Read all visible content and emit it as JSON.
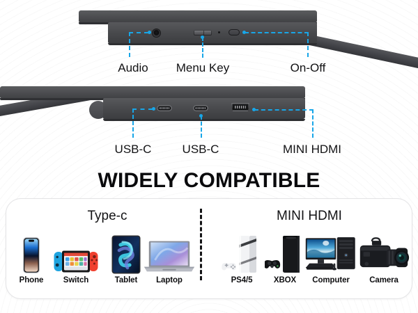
{
  "theme": {
    "callout_blue": "#18A6E8",
    "label_dark": "#121214",
    "device_body": "#4a4b4e",
    "card_bg": "#ffffff",
    "page_bg": "#ffffff"
  },
  "headline": {
    "text": "WIDELY COMPATIBLE"
  },
  "panel_top": {
    "callouts": [
      {
        "label": "Audio",
        "icon": "audio-jack-icon"
      },
      {
        "label": "Menu Key",
        "icon": "menu-key-icon"
      },
      {
        "label": "On-Off",
        "icon": "power-button-icon"
      }
    ]
  },
  "panel_bottom": {
    "callouts": [
      {
        "label": "USB-C",
        "icon": "usb-c-port-icon"
      },
      {
        "label": "USB-C",
        "icon": "usb-c-port-icon"
      },
      {
        "label": "MINI HDMI",
        "icon": "mini-hdmi-port-icon"
      }
    ]
  },
  "compatibility": {
    "groups": [
      {
        "title": "Type-c",
        "devices": [
          {
            "label": "Phone",
            "icon": "smartphone-icon"
          },
          {
            "label": "Switch",
            "icon": "game-console-handheld-icon"
          },
          {
            "label": "Tablet",
            "icon": "tablet-icon"
          },
          {
            "label": "Laptop",
            "icon": "laptop-icon"
          }
        ]
      },
      {
        "title": "MINI HDMI",
        "devices": [
          {
            "label": "PS4/5",
            "icon": "playstation-console-icon"
          },
          {
            "label": "XBOX",
            "icon": "xbox-console-icon"
          },
          {
            "label": "Computer",
            "icon": "desktop-computer-icon"
          },
          {
            "label": "Camera",
            "icon": "dslr-camera-icon"
          }
        ]
      }
    ]
  }
}
